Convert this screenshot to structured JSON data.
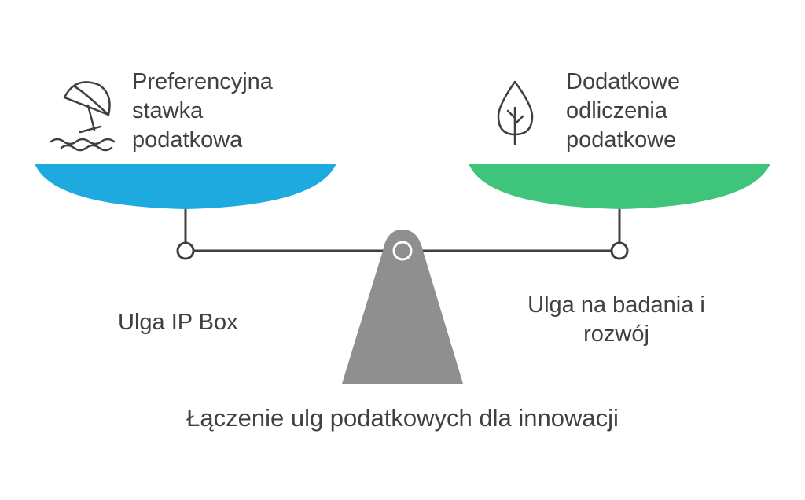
{
  "left": {
    "title": "Preferencyjna stawka podatkowa",
    "caption": "Ulga IP Box",
    "icon": "beach-umbrella-icon",
    "color": "#1eaadf"
  },
  "right": {
    "title": "Dodatkowe odliczenia podatkowe",
    "caption": "Ulga na badania i rozwój",
    "icon": "tree-icon",
    "color": "#3fc47b"
  },
  "fulcrum_color": "#8f8f8f",
  "beam_color": "#3f3f3f",
  "bottom_title": "Łączenie ulg podatkowych dla innowacji"
}
